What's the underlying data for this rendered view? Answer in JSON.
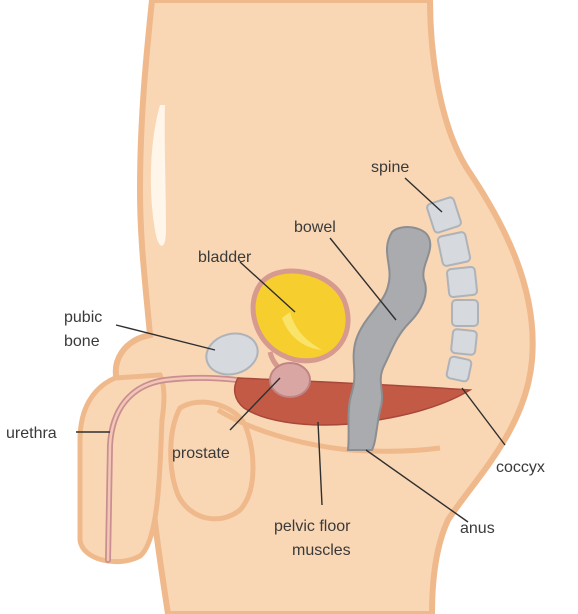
{
  "labels": {
    "spine": "spine",
    "bowel": "bowel",
    "bladder": "bladder",
    "pubic_bone_line1": "pubic",
    "pubic_bone_line2": "bone",
    "urethra": "urethra",
    "prostate": "prostate",
    "coccyx": "coccyx",
    "anus": "anus",
    "pelvic_floor_line1": "pelvic floor",
    "pelvic_floor_line2": "muscles"
  },
  "colors": {
    "skin": "#f9d7b5",
    "skin_outline": "#efb98c",
    "bladder_fill": "#f6cf2f",
    "bladder_outline": "#d79a8e",
    "bone": "#d6d9de",
    "bowel": "#a9abae",
    "muscle": "#c35a45",
    "prostate": "#d9a6a3",
    "urethra": "#c98f8f"
  }
}
